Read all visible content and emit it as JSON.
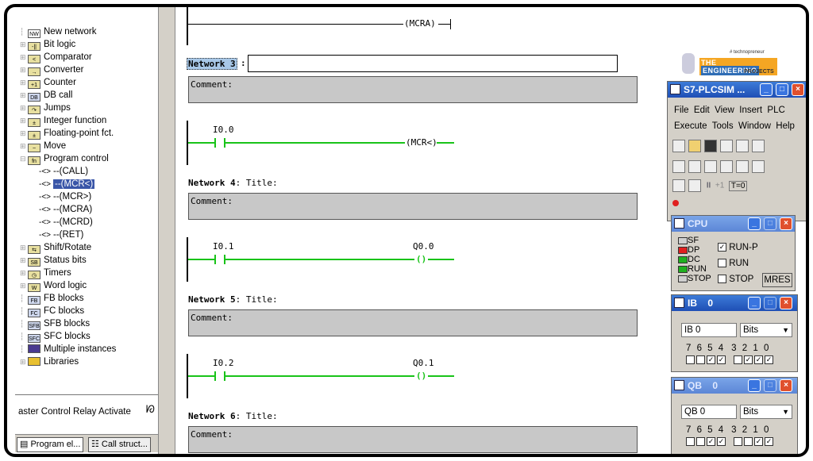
{
  "tree": {
    "items": [
      {
        "label": "New network",
        "icon": "new-network-icon"
      },
      {
        "label": "Bit logic",
        "icon": "bit-logic-icon"
      },
      {
        "label": "Comparator",
        "icon": "comparator-icon"
      },
      {
        "label": "Converter",
        "icon": "converter-icon"
      },
      {
        "label": "Counter",
        "icon": "counter-icon"
      },
      {
        "label": "DB call",
        "icon": "db-call-icon"
      },
      {
        "label": "Jumps",
        "icon": "jumps-icon"
      },
      {
        "label": "Integer function",
        "icon": "integer-function-icon"
      },
      {
        "label": "Floating-point fct.",
        "icon": "floating-point-icon"
      },
      {
        "label": "Move",
        "icon": "move-icon"
      },
      {
        "label": "Program control",
        "icon": "program-control-icon"
      }
    ],
    "sub_items": [
      "--(CALL)",
      "--(MCR<)",
      "--(MCR>)",
      "--(MCRA)",
      "--(MCRD)",
      "--(RET)"
    ],
    "items2": [
      {
        "label": "Shift/Rotate"
      },
      {
        "label": "Status bits"
      },
      {
        "label": "Timers"
      },
      {
        "label": "Word logic"
      },
      {
        "label": "FB blocks"
      },
      {
        "label": "FC blocks"
      },
      {
        "label": "SFB blocks"
      },
      {
        "label": "SFC blocks"
      },
      {
        "label": "Multiple instances"
      },
      {
        "label": "Libraries"
      }
    ],
    "status_text": "aster Control Relay Activate",
    "tabs": [
      "Program el...",
      "Call struct..."
    ]
  },
  "ladder": {
    "top_coil": "MCRA",
    "network3_label": "Network 3",
    "comment_label": "Comment:",
    "net3_contact": "I0.0",
    "net3_coil": "MCR<",
    "network4": "Network 4",
    "network5": "Network 5",
    "network6": "Network 6",
    "title_suffix": ": Title:",
    "net4_contact": "I0.1",
    "net4_output": "Q0.0",
    "net5_contact": "I0.2",
    "net5_output": "Q0.1",
    "coil_symbol": "()"
  },
  "logo": {
    "superscript": "# technopreneur",
    "brand_the": "THE",
    "brand_main": "ENGINEERING",
    "projects": "PROJECTS"
  },
  "plcsim": {
    "title": "S7-PLCSIM ...",
    "menu1": [
      "File",
      "Edit",
      "View",
      "Insert",
      "PLC"
    ],
    "menu2": [
      "Execute",
      "Tools",
      "Window",
      "Help"
    ],
    "pause_label": "II",
    "plus_label": "+1",
    "t0_label": "T=0"
  },
  "cpu": {
    "title": "CPU",
    "leds": [
      {
        "label": "SF",
        "color": "#cfcfcf"
      },
      {
        "label": "DP",
        "color": "#e02020"
      },
      {
        "label": "DC",
        "color": "#20b020"
      },
      {
        "label": "RUN",
        "color": "#20b020"
      },
      {
        "label": "STOP",
        "color": "#cfcfcf"
      }
    ],
    "modes": [
      {
        "label": "RUN-P",
        "checked": true
      },
      {
        "label": "RUN",
        "checked": false
      },
      {
        "label": "STOP",
        "checked": false
      }
    ],
    "mres": "MRES"
  },
  "ib": {
    "title": "IB",
    "title_num": "0",
    "address": "IB   0",
    "format": "Bits",
    "bits_high": "7 6 5 4",
    "bits_low": "3 2 1 0",
    "checks": [
      false,
      false,
      true,
      true,
      false,
      true,
      true,
      true
    ]
  },
  "qb": {
    "title": "QB",
    "title_num": "0",
    "address": "QB   0",
    "format": "Bits",
    "bits_high": "7 6 5 4",
    "bits_low": "3 2 1 0",
    "checks": [
      false,
      false,
      true,
      true,
      false,
      false,
      true,
      true
    ]
  }
}
